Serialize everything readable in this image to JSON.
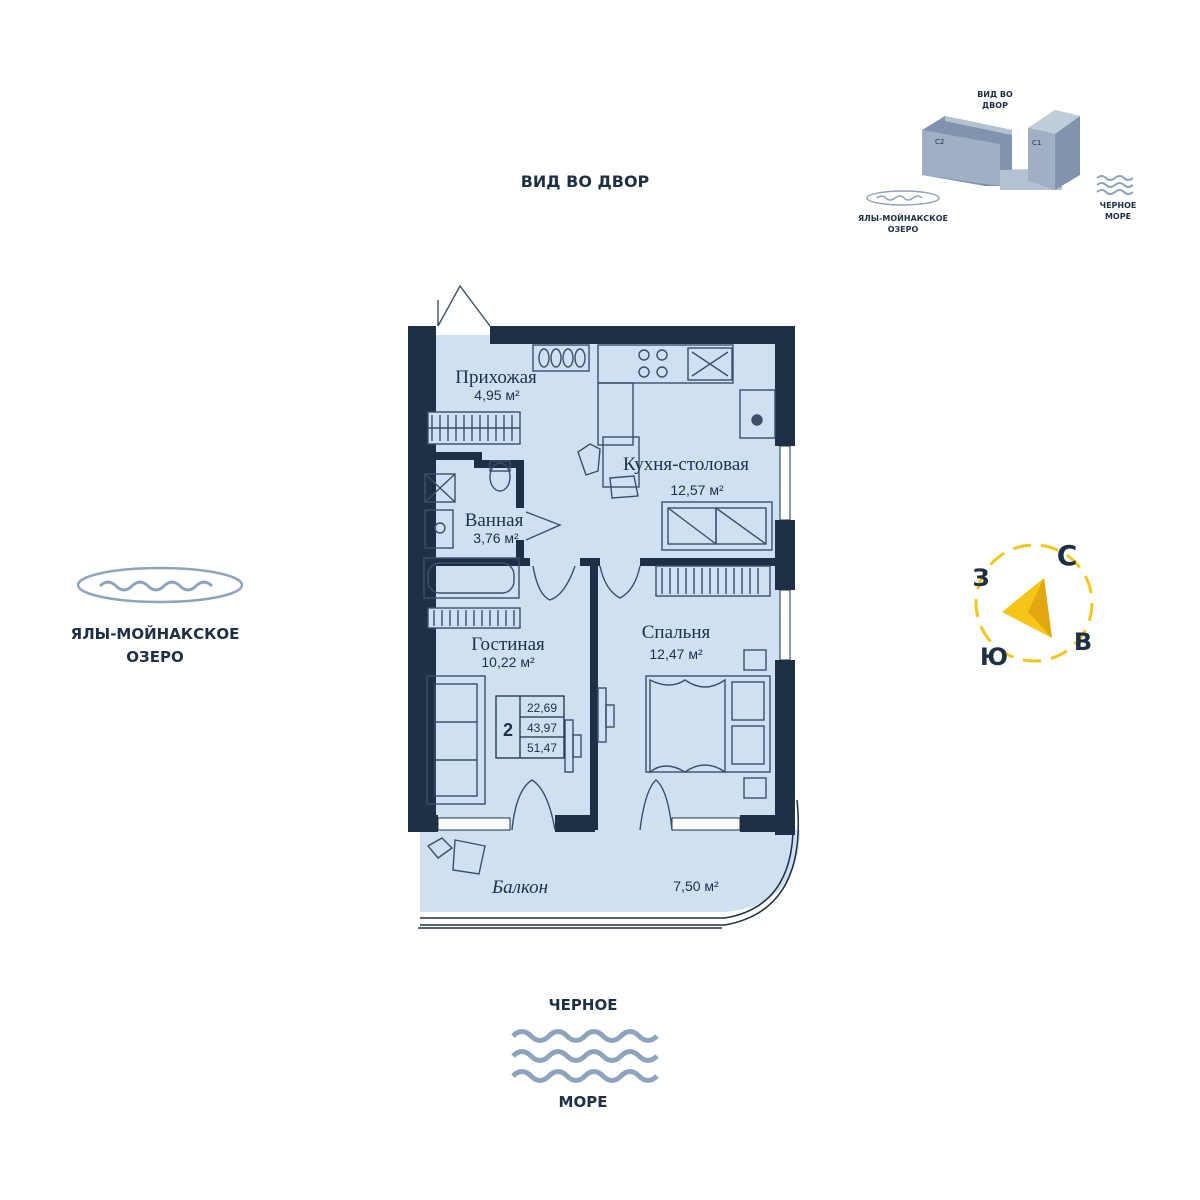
{
  "labels": {
    "courtyard_view": "ВИД ВО ДВОР",
    "lake": [
      "ЯЛЫ-МОЙНАКСКОЕ",
      "ОЗЕРО"
    ],
    "sea_top": "ЧЕРНОЕ",
    "sea_bottom": "МОРЕ"
  },
  "minimap": {
    "courtyard_view": [
      "ВИД ВО",
      "ДВОР"
    ],
    "lake": [
      "ЯЛЫ-МОЙНАКСКОЕ",
      "ОЗЕРО"
    ],
    "sea": [
      "ЧЕРНОЕ",
      "МОРЕ"
    ],
    "block_c1": "С1",
    "block_c2": "С2"
  },
  "compass": {
    "north": "С",
    "east": "В",
    "south": "Ю",
    "west": "З"
  },
  "rooms": {
    "hall": {
      "name": "Прихожая",
      "area": "4,95 м²"
    },
    "kitchen": {
      "name": "Кухня-столовая",
      "area": "12,57 м²"
    },
    "bath": {
      "name": "Ванная",
      "area": "3,76 м²"
    },
    "living": {
      "name": "Гостиная",
      "area": "10,22 м²"
    },
    "bedroom": {
      "name": "Спальня",
      "area": "12,47 м²"
    },
    "balcony": {
      "name": "Балкон",
      "area": "7,50 м²"
    }
  },
  "summary": {
    "rooms_count": "2",
    "living_area": "22,69",
    "total_area": "43,97",
    "total_with_balcony": "51,47"
  },
  "colors": {
    "wall": "#1e3045",
    "floor": "#cfe0f3",
    "accent": "#f5c518",
    "water": "#8ea3bd"
  }
}
